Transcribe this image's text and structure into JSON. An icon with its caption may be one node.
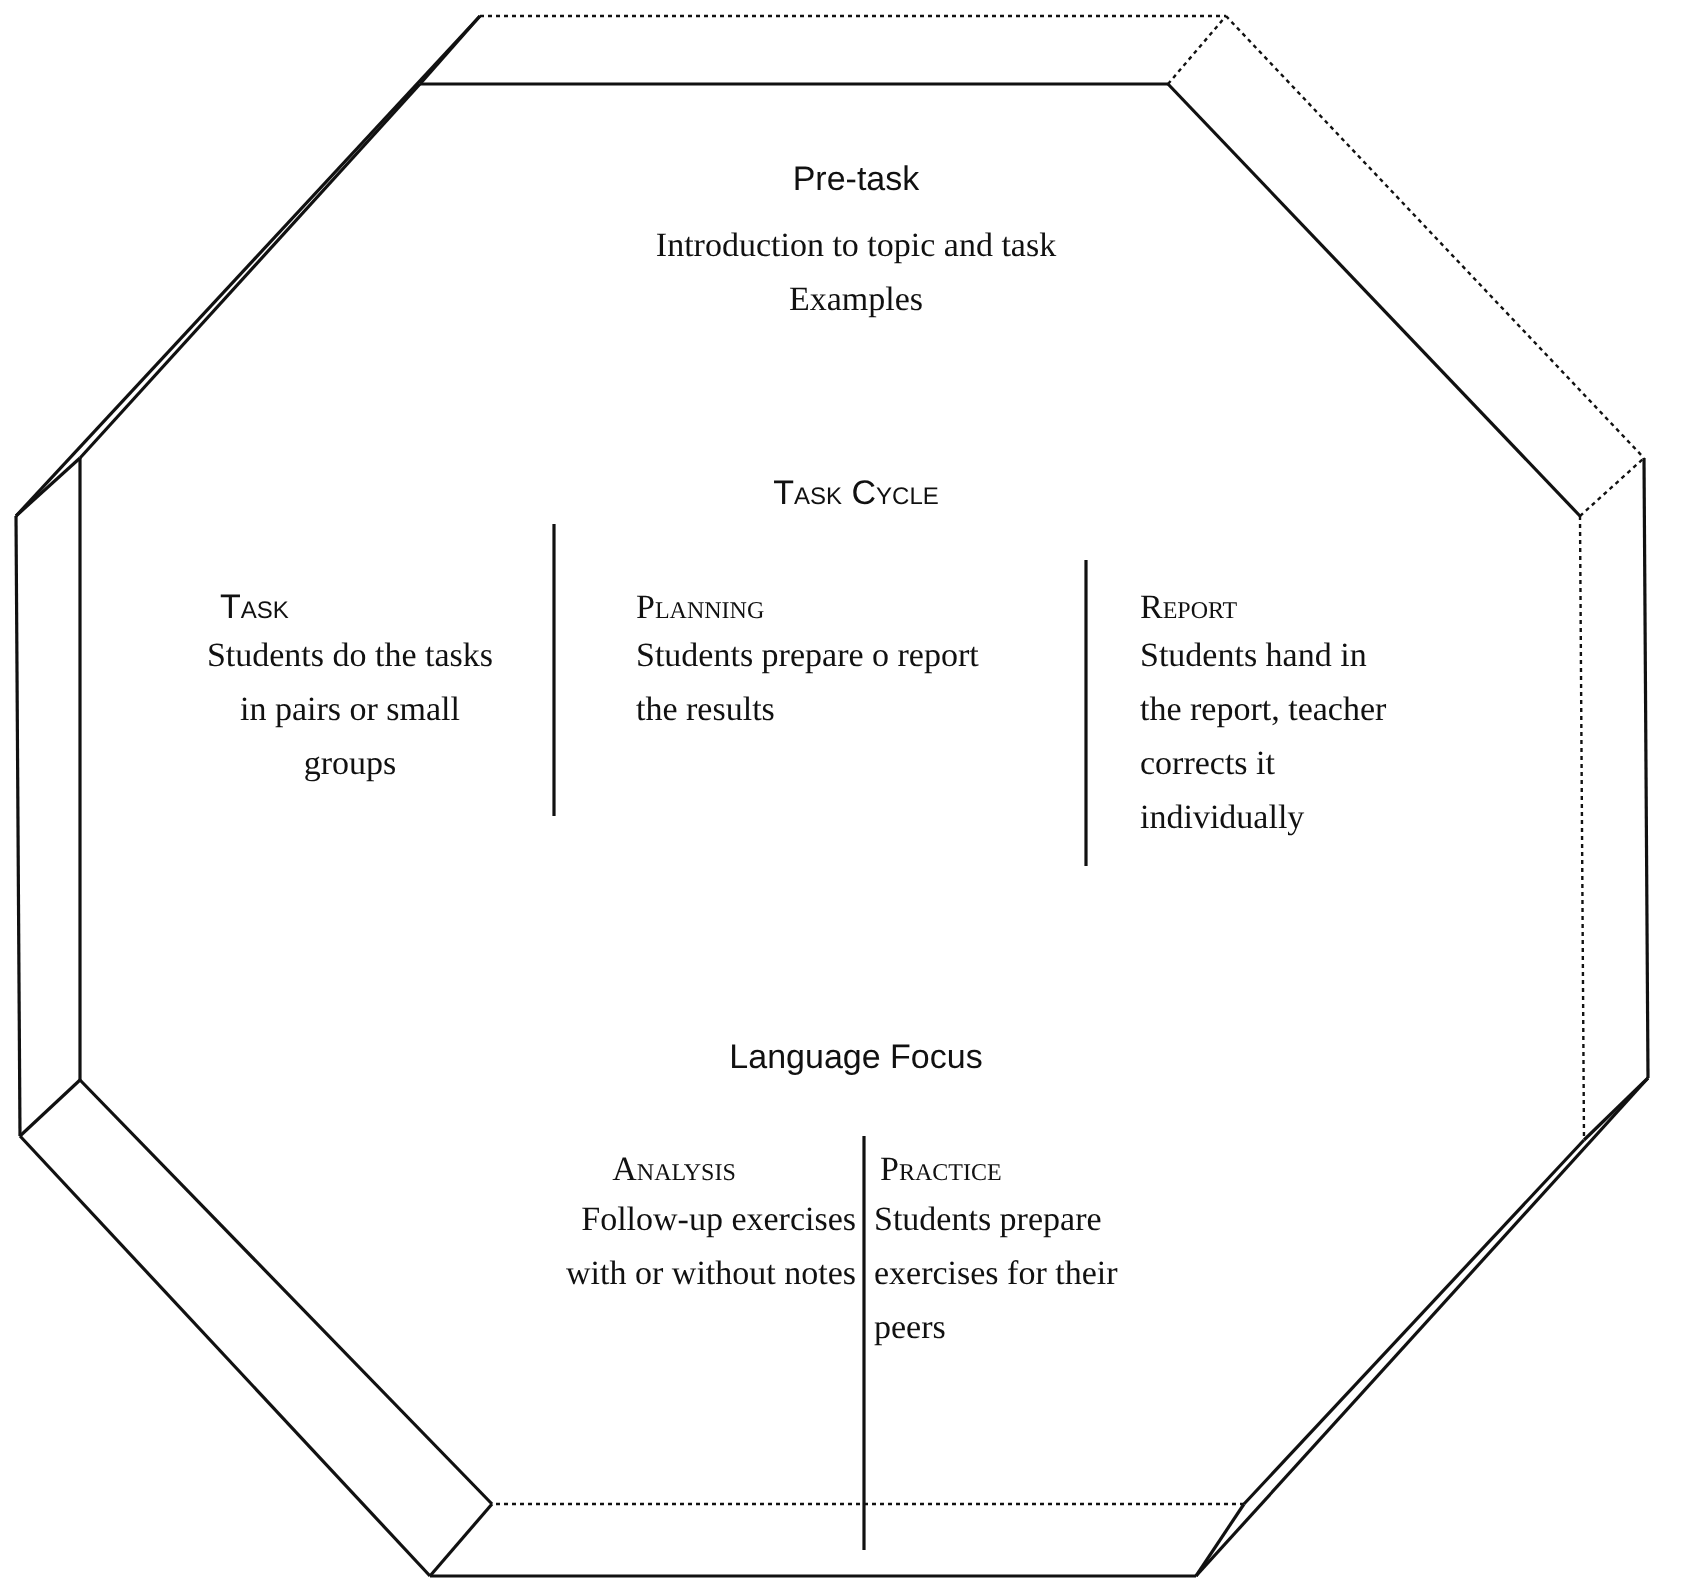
{
  "diagram": {
    "nodes": [
      {
        "text": [
          "Pre-task",
          "Introduction to topic and task",
          "Examples",
          "Task Cycle",
          "Task",
          "Students do the tasks in pairs or small groups",
          "Planning",
          "Students prepare o report the results",
          "Report",
          "Students hand in the report, teacher corrects it individually",
          "Language Focus",
          "Analysis",
          "Follow-up exercises with or without notes",
          "Practice",
          "Students prepare exercises for their peers"
        ]
      }
    ]
  }
}
